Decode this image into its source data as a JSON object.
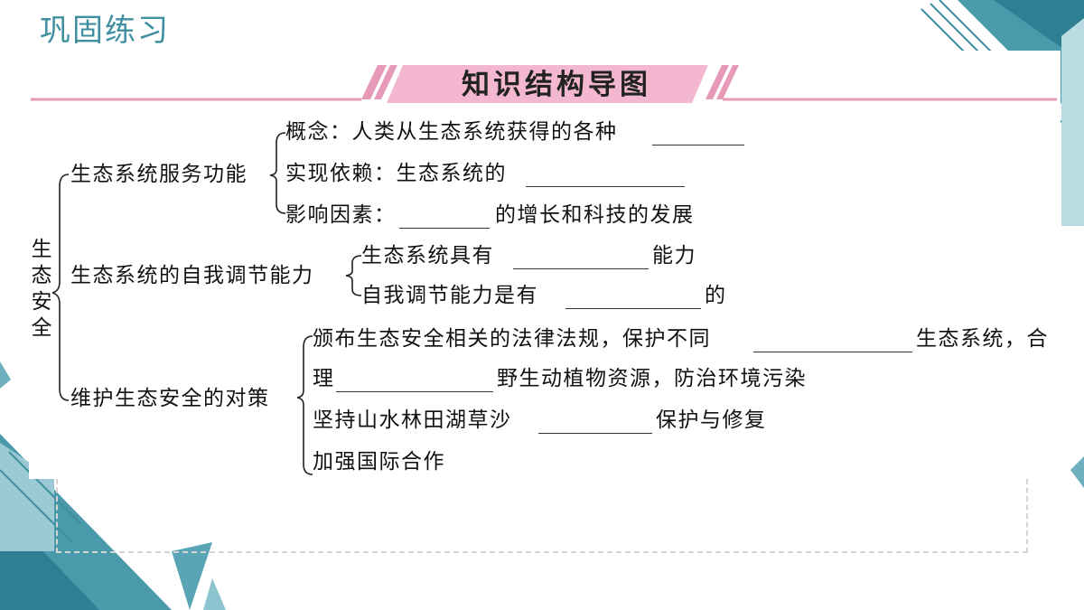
{
  "slide": {
    "title": "巩固练习"
  },
  "banner": {
    "title": "知识结构导图"
  },
  "root": {
    "label": [
      "生",
      "态",
      "安",
      "全"
    ]
  },
  "branches": {
    "services": {
      "label": "生态系统服务功能",
      "items": {
        "concept": "概念：人类从生态系统获得的各种",
        "realize": "实现依赖：生态系统的",
        "factors_pre": "影响因素：",
        "factors_post": "的增长和科技的发展"
      }
    },
    "regulation": {
      "label": "生态系统的自我调节能力",
      "items": {
        "have_pre": "生态系统具有",
        "have_post": "能力",
        "limited_pre": "自我调节能力是有",
        "limited_post": "的"
      }
    },
    "measures": {
      "label": "维护生态安全的对策",
      "items": {
        "law_pre": "颁布生态安全相关的法律法规，保护不同",
        "law_mid": "生态系统，合",
        "law2_pre": "理",
        "law2_post": "野生动植物资源，防治环境污染",
        "system_pre": "坚持山水林田湖草沙",
        "system_post": "保护与修复",
        "coop": "加强国际合作"
      }
    }
  },
  "colors": {
    "accent": "#3f8fa0",
    "banner_pink": "#f3b8cf",
    "banner_stripe": "#e79ab8"
  }
}
